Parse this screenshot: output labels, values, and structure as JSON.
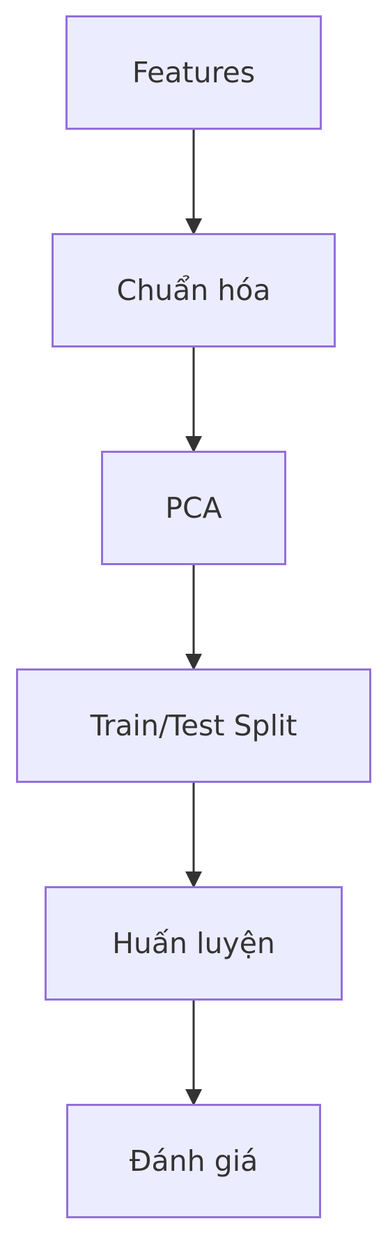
{
  "diagram": {
    "type": "flowchart",
    "direction": "top-to-bottom",
    "colors": {
      "node_fill": "#ECECFF",
      "node_border": "#9370DB",
      "text": "#333333",
      "edge": "#333333"
    },
    "nodes": [
      {
        "id": "features",
        "label": "Features"
      },
      {
        "id": "normalize",
        "label": "Chuẩn hóa"
      },
      {
        "id": "pca",
        "label": "PCA"
      },
      {
        "id": "split",
        "label": "Train/Test Split"
      },
      {
        "id": "train",
        "label": "Huấn luyện"
      },
      {
        "id": "evaluate",
        "label": "Đánh giá"
      }
    ],
    "edges": [
      {
        "from": "features",
        "to": "normalize"
      },
      {
        "from": "normalize",
        "to": "pca"
      },
      {
        "from": "pca",
        "to": "split"
      },
      {
        "from": "split",
        "to": "train"
      },
      {
        "from": "train",
        "to": "evaluate"
      }
    ]
  }
}
